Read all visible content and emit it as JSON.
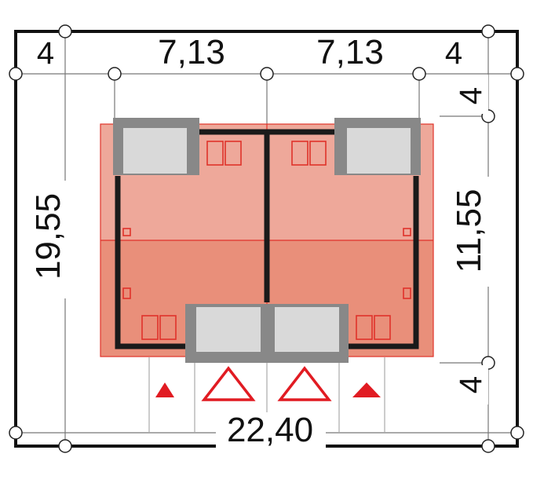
{
  "dimensions": {
    "top_left_margin": "4",
    "top_left_width": "7,13",
    "top_right_width": "7,13",
    "top_right_margin": "4",
    "left_depth": "19,55",
    "right_top_margin": "4",
    "right_building_depth": "11,55",
    "right_bottom_margin": "4",
    "bottom_total_width": "22,40"
  },
  "colors": {
    "lot_border": "#111111",
    "dimension_line": "#777777",
    "roof_light": "#eea89a",
    "roof_dark": "#e98f7a",
    "roof_outline": "#e0322a",
    "wall": "#1a1a1a",
    "garage_frame": "#888888",
    "garage_fill": "#d9d9d9",
    "window_red": "#e0322a",
    "entrance_marker": "#e11b22"
  },
  "icons": {
    "main_entrance": "hollow-triangle-icon",
    "side_entrance": "filled-triangle-icon"
  }
}
